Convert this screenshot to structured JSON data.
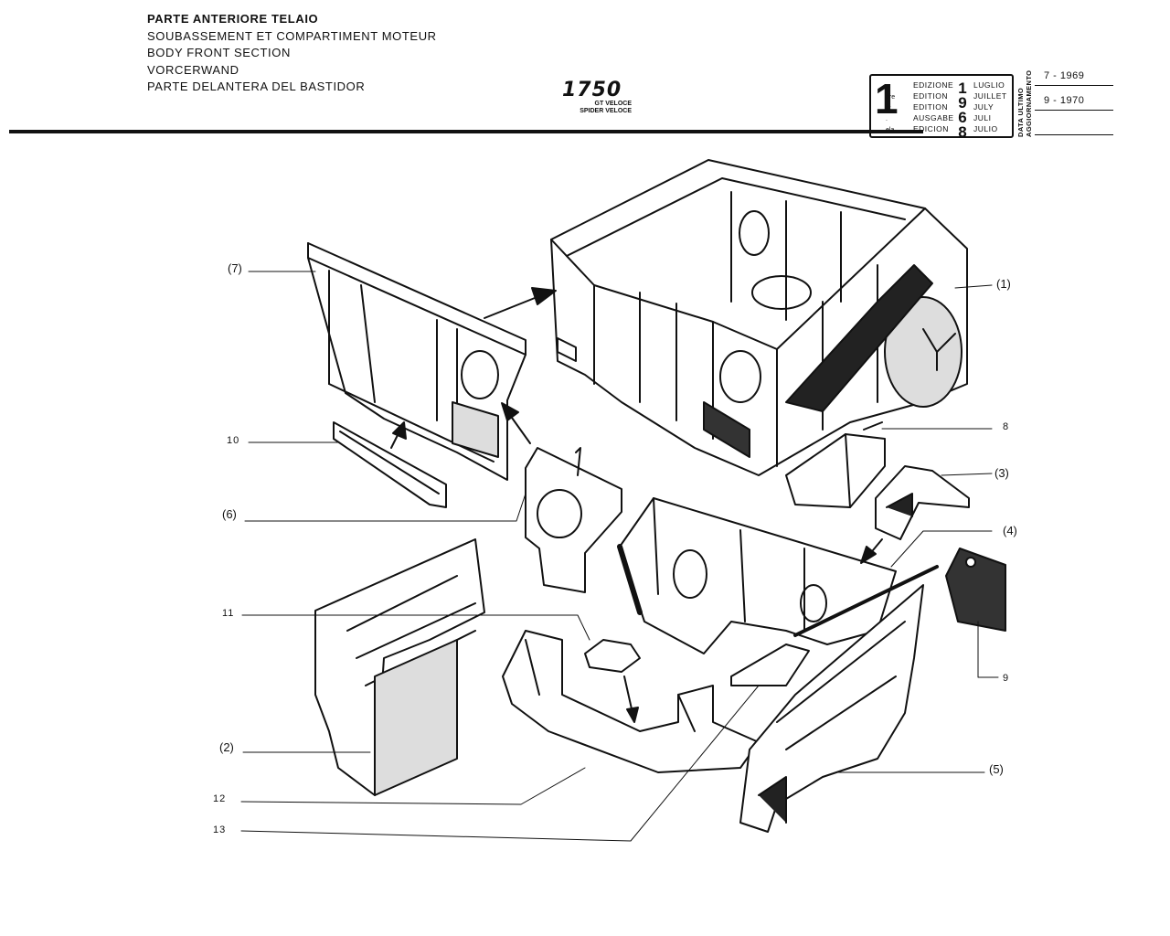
{
  "header": {
    "titles": [
      "PARTE ANTERIORE TELAIO",
      "SOUBASSEMENT ET COMPARTIMENT MOTEUR",
      "BODY FRONT SECTION",
      "VORCERWAND",
      "PARTE DELANTERA DEL BASTIDOR"
    ],
    "model": "1750",
    "model_sub": [
      "GT VELOCE",
      "SPIDER VELOCE"
    ]
  },
  "edition_stamp": {
    "number": "1",
    "suffixes": [
      "a",
      "ere",
      "st",
      ".",
      "ela"
    ],
    "edition_words": [
      "EDIZIONE",
      "EDITION",
      "EDITION",
      "AUSGABE",
      "EDICION"
    ],
    "year": "1968",
    "months": [
      "LUGLIO",
      "JUILLET",
      "JULY",
      "JULI",
      "JULIO"
    ]
  },
  "updates": {
    "label_lines": [
      "DATA ULTIMO",
      "AGGIORNAMENTO"
    ],
    "dates": [
      "7 - 1969",
      "9 - 1970"
    ]
  },
  "callouts": [
    {
      "id": "c7",
      "label": "(7)"
    },
    {
      "id": "c1",
      "label": "(1)"
    },
    {
      "id": "c10",
      "label": "10"
    },
    {
      "id": "c8",
      "label": "8"
    },
    {
      "id": "c3",
      "label": "(3)"
    },
    {
      "id": "c6",
      "label": "(6)"
    },
    {
      "id": "c4",
      "label": "(4)"
    },
    {
      "id": "c11",
      "label": "11"
    },
    {
      "id": "c9",
      "label": "9"
    },
    {
      "id": "c2",
      "label": "(2)"
    },
    {
      "id": "c5",
      "label": "(5)"
    },
    {
      "id": "c12",
      "label": "12"
    },
    {
      "id": "c13",
      "label": "13"
    }
  ]
}
